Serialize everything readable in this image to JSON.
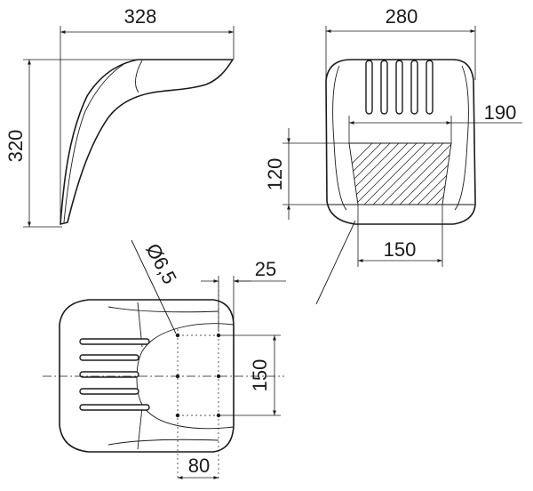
{
  "dimensions": {
    "side_width": "328",
    "side_height": "320",
    "front_width": "280",
    "front_mount_width": "190",
    "front_mount_height": "120",
    "front_bottom_width": "150",
    "hole_diameter": "Ø6,5",
    "top_edge_offset": "25",
    "top_hole_spacing": "150",
    "top_bottom_width": "80"
  }
}
